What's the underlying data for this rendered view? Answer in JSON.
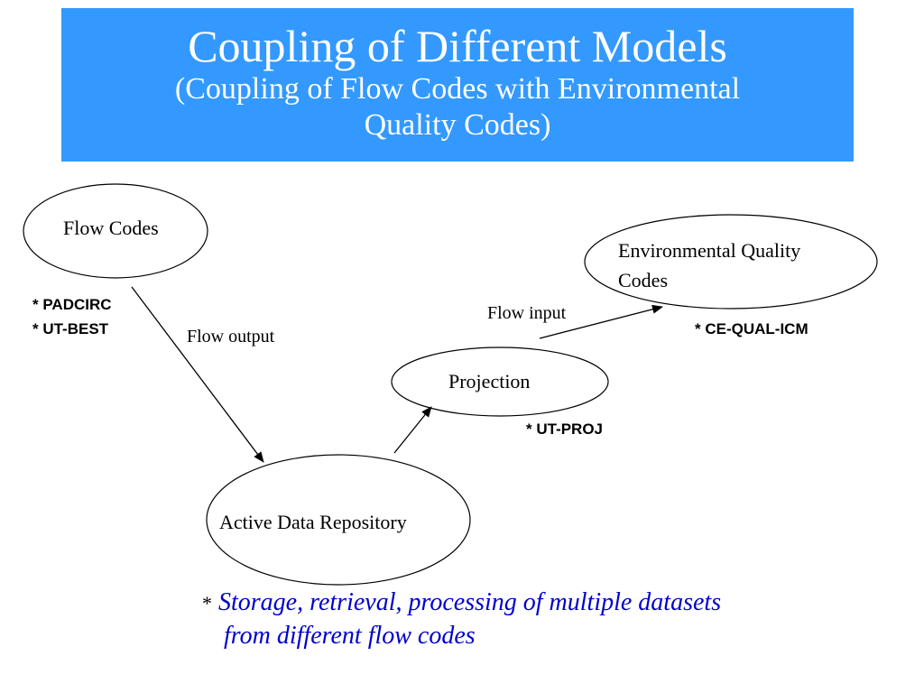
{
  "slide": {
    "title": "Coupling of Different Models",
    "subtitle_line1": "(Coupling of Flow Codes with Environmental",
    "subtitle_line2": "Quality Codes)"
  },
  "nodes": {
    "flow_codes": "Flow Codes",
    "env_quality_line1": "Environmental Quality",
    "env_quality_line2": "Codes",
    "projection": "Projection",
    "repository": "Active Data Repository"
  },
  "edges": {
    "flow_output": "Flow output",
    "flow_input": "Flow input"
  },
  "tools": {
    "flow_tool_1": "* PADCIRC",
    "flow_tool_2": "* UT-BEST",
    "env_tool": "* CE-QUAL-ICM",
    "proj_tool": "* UT-PROJ"
  },
  "note": {
    "bullet": "*",
    "line1": "Storage, retrieval, processing of multiple datasets",
    "line2": "from different flow codes"
  },
  "colors": {
    "title_bg": "#3399ff",
    "note_text": "#0000cc"
  }
}
